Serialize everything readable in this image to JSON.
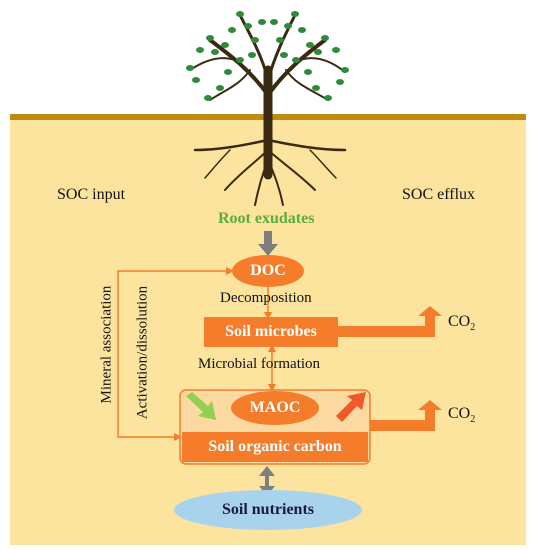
{
  "labels": {
    "soc_input": "SOC input",
    "soc_efflux": "SOC efflux",
    "root_exudates": "Root exudates",
    "doc": "DOC",
    "decomposition": "Decomposition",
    "soil_microbes": "Soil microbes",
    "microbial_formation": "Microbial formation",
    "maoc": "MAOC",
    "soil_organic_carbon": "Soil organic carbon",
    "soil_nutrients": "Soil nutrients",
    "co2": "CO",
    "co2_sub": "2",
    "mineral_association": "Mineral association",
    "activation_dissolution": "Activation/dissolution"
  },
  "colors": {
    "soil": "#fde49e",
    "ground_line": "#c08a10",
    "orange": "#f47c2a",
    "root_exudates_text": "#5aad3c",
    "nutrients": "#a9d3ec",
    "gray_arrow": "#7f7f7f",
    "tree_trunk": "#3a2a12",
    "leaf": "#2f8a3a",
    "green_arrow": "#92d050"
  }
}
